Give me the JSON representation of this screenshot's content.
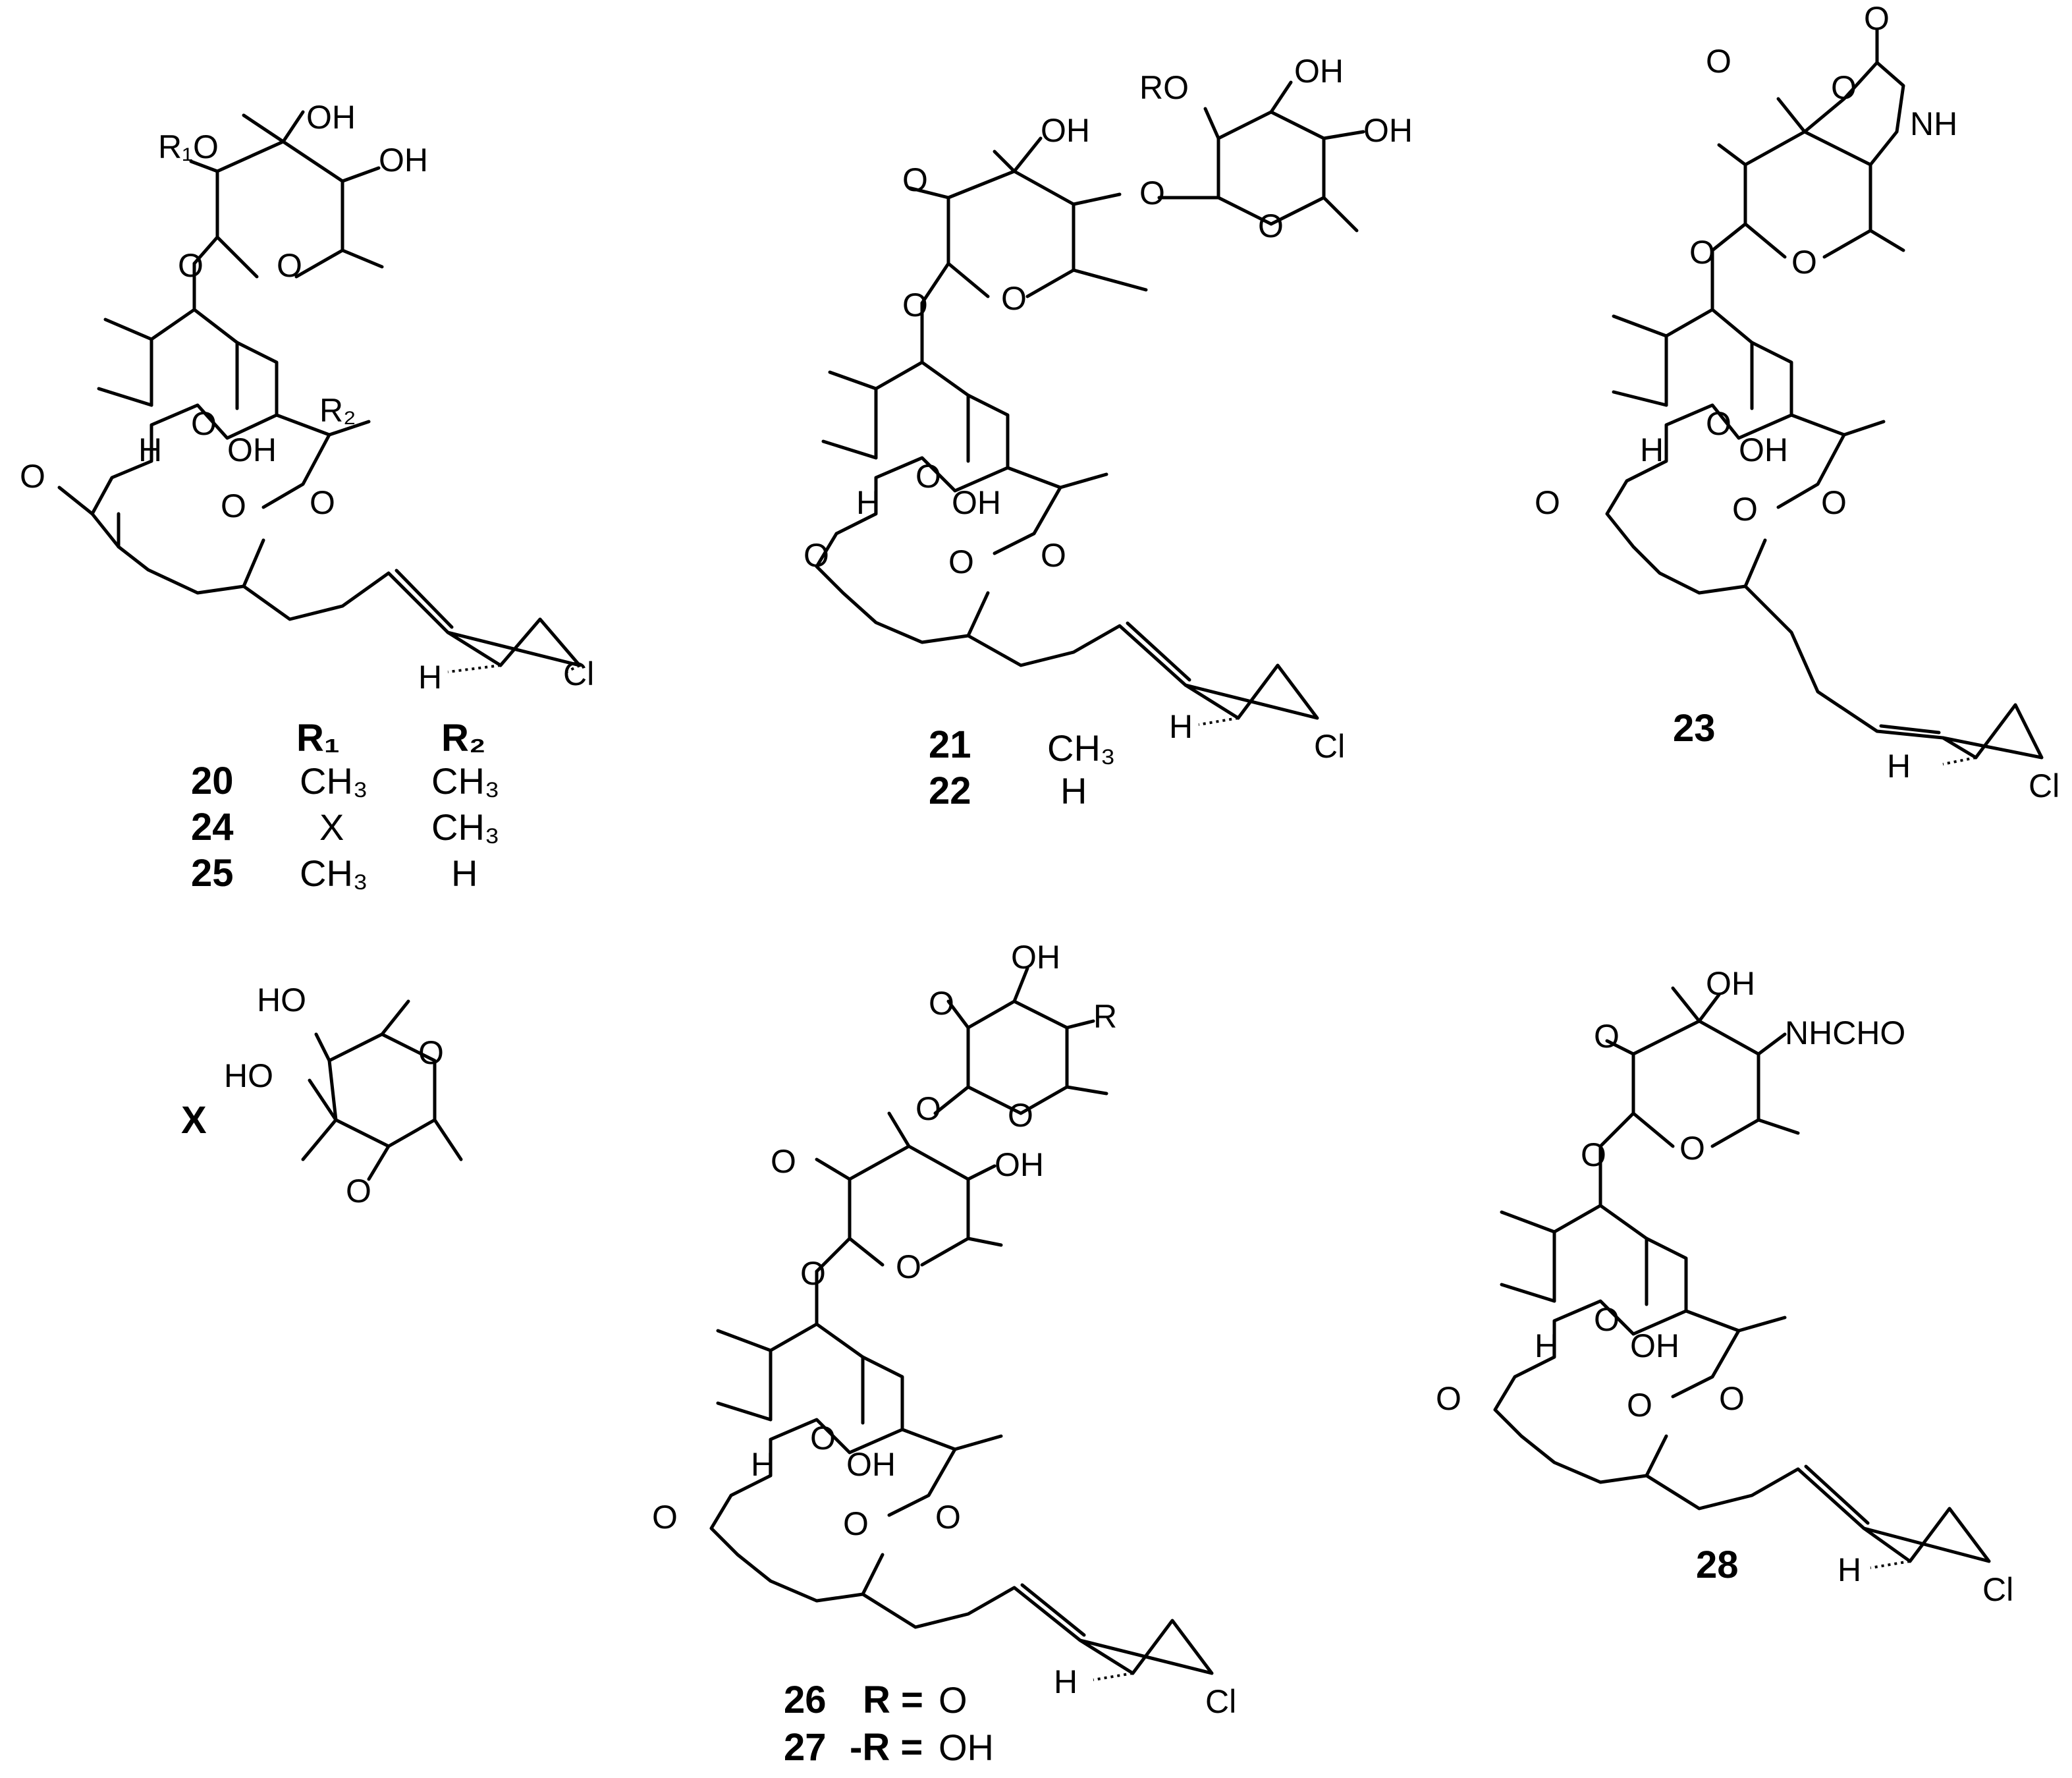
{
  "atoms": {
    "oh": "OH",
    "o": "O",
    "h": "H",
    "cl": "Cl",
    "nh": "NH",
    "ro": "RO",
    "r": "R",
    "nhcho": "NHCHO"
  },
  "s20": {
    "r1o": "R₁O",
    "r2": "R₂"
  },
  "table20": {
    "headers": [
      "R₁",
      "R₂"
    ],
    "rows": [
      {
        "id": "20",
        "r1": "CH₃",
        "r2": "CH₃"
      },
      {
        "id": "24",
        "r1": "X",
        "r2": "CH₃"
      },
      {
        "id": "25",
        "r1": "CH₃",
        "r2": "H"
      }
    ]
  },
  "table21": {
    "rows": [
      {
        "id": "21",
        "r": "CH₃"
      },
      {
        "id": "22",
        "r": "H"
      }
    ]
  },
  "cmp23": "23",
  "cmpX": "X",
  "xfrag": {
    "ho": "HO"
  },
  "table26": {
    "rows": [
      {
        "id": "26",
        "prefix": "R =",
        "value": "O"
      },
      {
        "id": "27",
        "prefix": "-R =",
        "value": "OH"
      }
    ]
  },
  "cmp28": "28"
}
